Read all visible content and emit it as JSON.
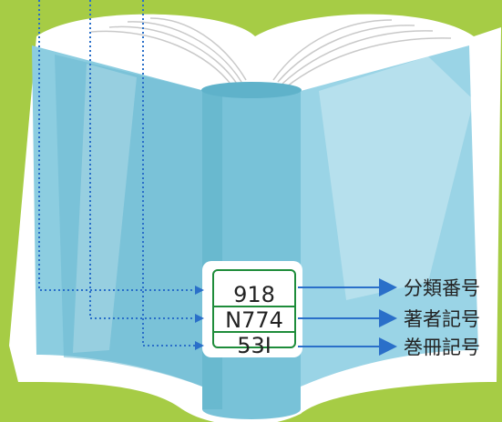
{
  "call_number_label": {
    "lines": [
      "918",
      "N774",
      "53I"
    ]
  },
  "annotations": [
    "分類番号",
    "著者記号",
    "巻冊記号"
  ],
  "colors": {
    "background": "#a6cc45",
    "book_fill": "#8ccde0",
    "book_dark": "#5fb2ca",
    "label_border": "#1e8c3a",
    "arrow": "#2a6fc9",
    "guide_dots": "#2a6fc9"
  }
}
